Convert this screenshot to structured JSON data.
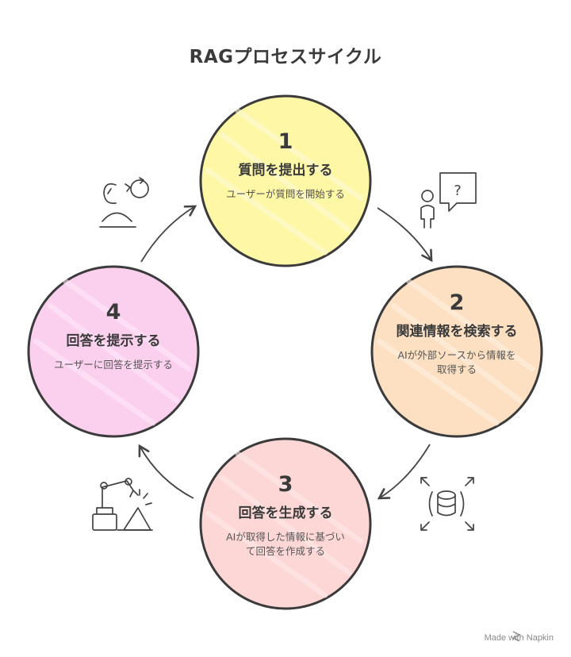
{
  "title": "RAGプロセスサイクル",
  "steps": [
    {
      "number": "1",
      "heading": "質問を提出する",
      "description": "ユーザーが質問を開始する",
      "color": "#fdf7a6",
      "icon": "user-question-icon"
    },
    {
      "number": "2",
      "heading": "関連情報を検索する",
      "description": "AIが外部ソースから情報を取得する",
      "color": "#fde0c2",
      "icon": "database-search-icon"
    },
    {
      "number": "3",
      "heading": "回答を生成する",
      "description": "AIが取得した情報に基づいて回答を作成する",
      "color": "#fdd6d6",
      "icon": "robot-arm-icon"
    },
    {
      "number": "4",
      "heading": "回答を提示する",
      "description": "ユーザーに回答を提示する",
      "color": "#fbd0ef",
      "icon": "user-refresh-icon"
    }
  ],
  "footer": "Made with Napkin"
}
